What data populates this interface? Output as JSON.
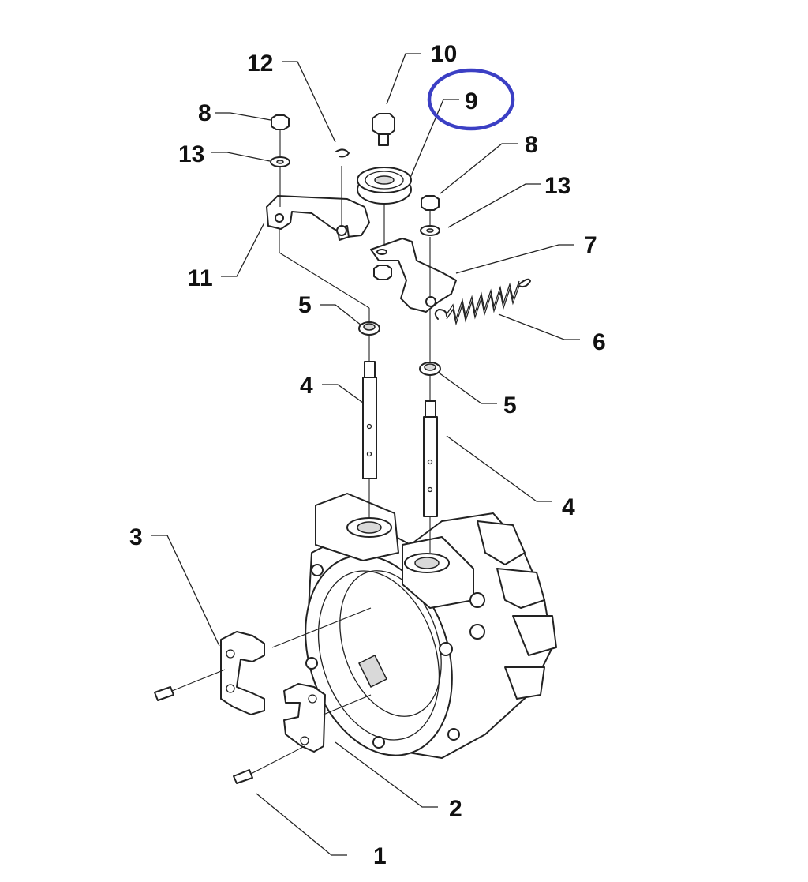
{
  "callouts": [
    {
      "id": "callout-1",
      "label": "1"
    },
    {
      "id": "callout-2",
      "label": "2"
    },
    {
      "id": "callout-3",
      "label": "3"
    },
    {
      "id": "callout-4-left",
      "label": "4"
    },
    {
      "id": "callout-4-right",
      "label": "4"
    },
    {
      "id": "callout-5-left",
      "label": "5"
    },
    {
      "id": "callout-5-right",
      "label": "5"
    },
    {
      "id": "callout-6",
      "label": "6"
    },
    {
      "id": "callout-7",
      "label": "7"
    },
    {
      "id": "callout-8-left",
      "label": "8"
    },
    {
      "id": "callout-8-right",
      "label": "8"
    },
    {
      "id": "callout-9",
      "label": "9"
    },
    {
      "id": "callout-10",
      "label": "10"
    },
    {
      "id": "callout-11",
      "label": "11"
    },
    {
      "id": "callout-12",
      "label": "12"
    },
    {
      "id": "callout-13-left",
      "label": "13"
    },
    {
      "id": "callout-13-right",
      "label": "13"
    }
  ],
  "highlight": {
    "target": "9",
    "color": "#3b3fc4"
  },
  "colors": {
    "line": "#222222",
    "label": "#111111",
    "background": "#ffffff"
  }
}
